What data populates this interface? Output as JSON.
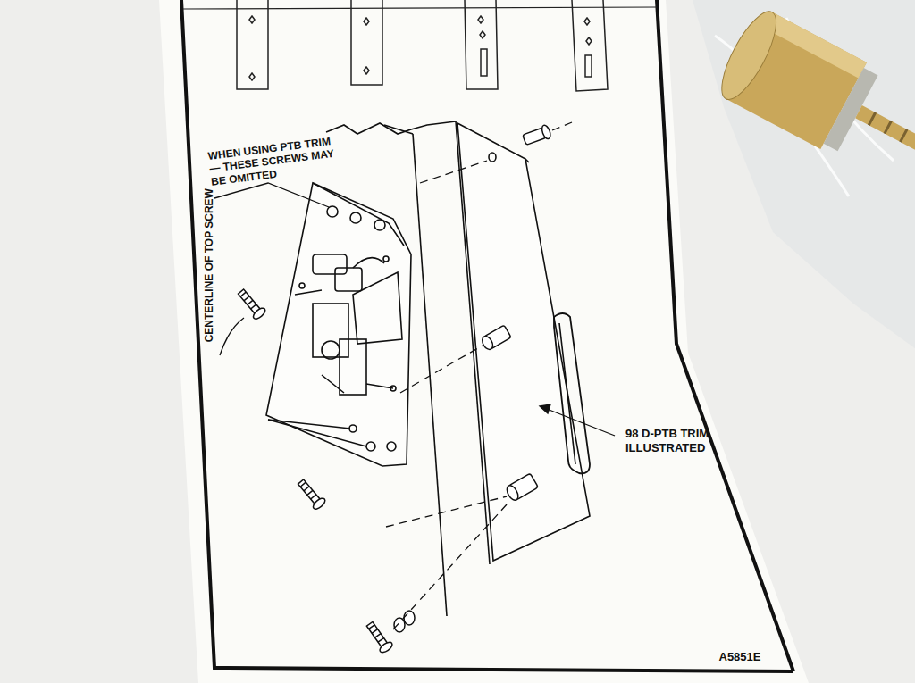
{
  "diagram": {
    "labels": [
      "WHEN USING PTB TRIM — THESE SCREWS MAY BE OMITTED",
      "CENTERLINE OF TOP SCREW",
      "98 D-PTB TRIM ILLUSTRATED",
      "A5851E"
    ]
  }
}
